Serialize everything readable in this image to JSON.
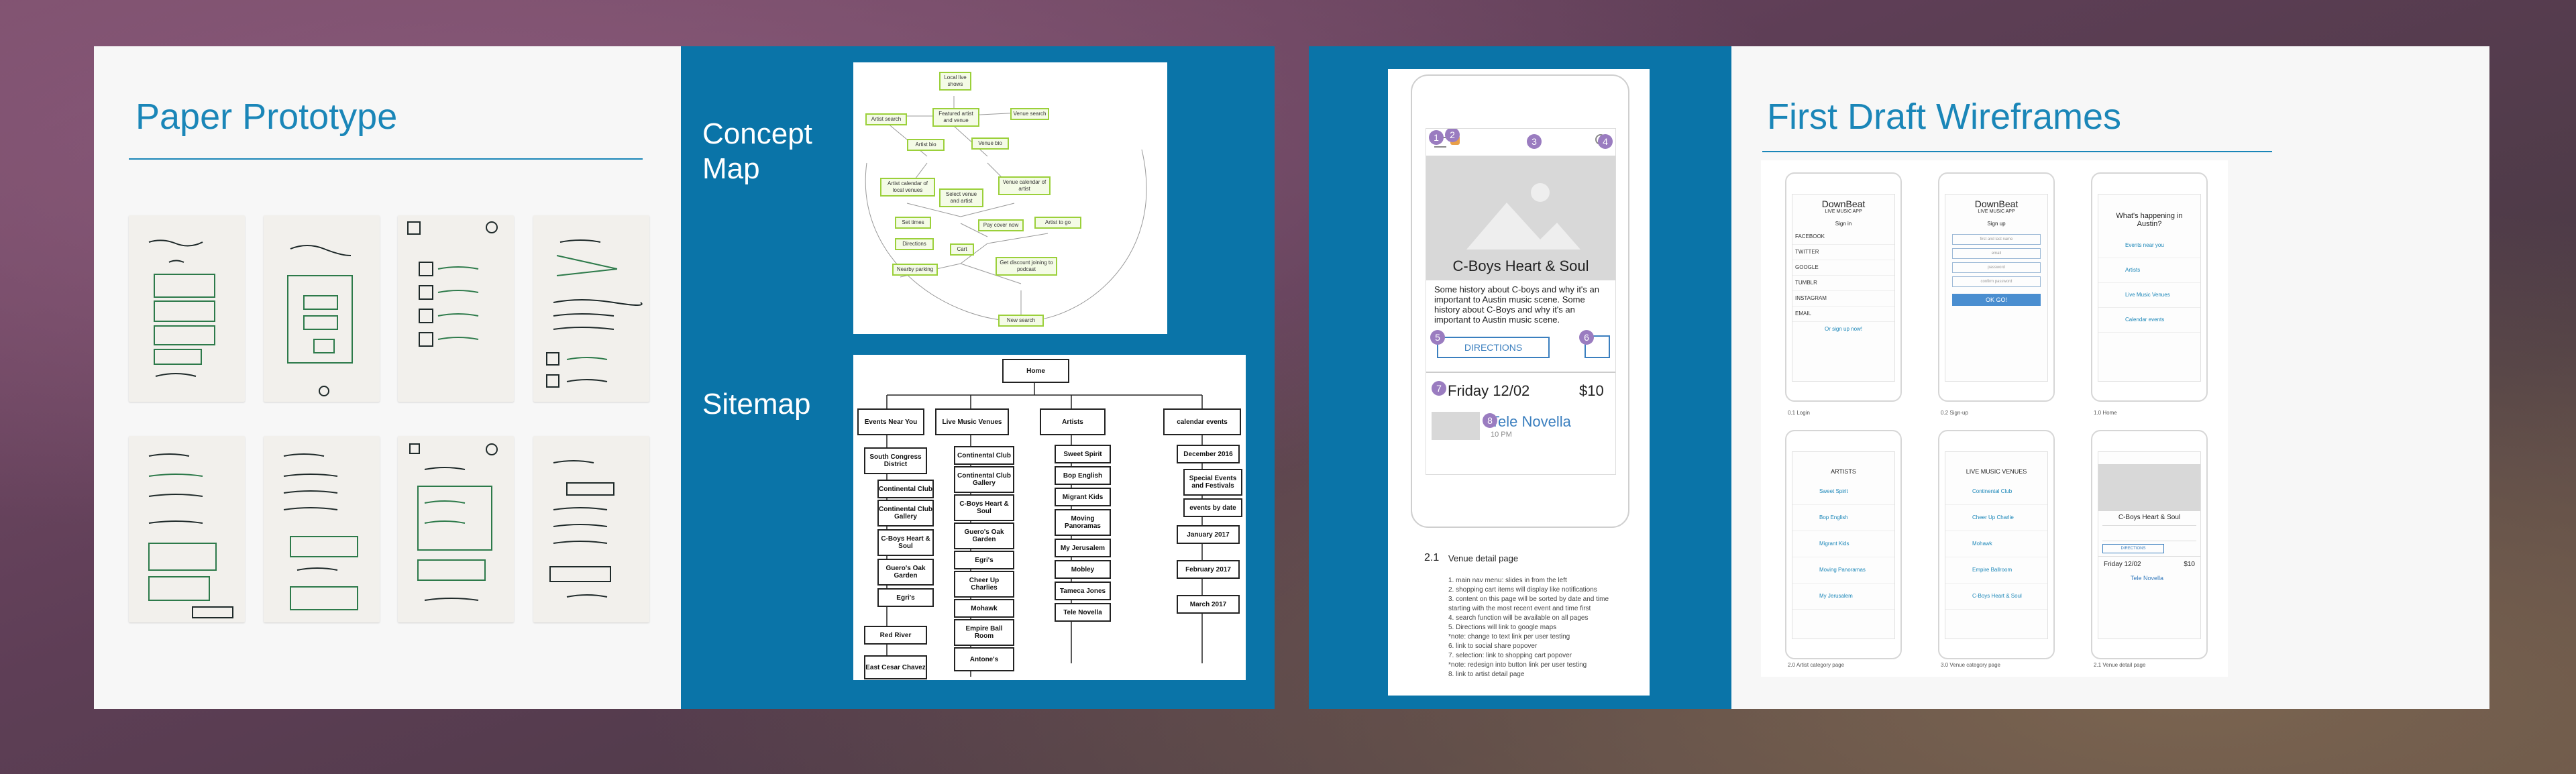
{
  "slides": {
    "paper_prototype": {
      "title": "Paper Prototype"
    },
    "concept_sitemap": {
      "concept_label": "Concept Map",
      "sitemap_label": "Sitemap",
      "concept_nodes": [
        "Local live shows",
        "Featured artist and venue",
        "Venue search",
        "Artist search",
        "Artist bio",
        "Venue bio",
        "Artist calendar of local venues",
        "Select venue and artist",
        "Venue calendar of artist",
        "Set times",
        "Pay cover now",
        "Artist to go",
        "Directions",
        "Get discount joining to podcast",
        "Nearby parking",
        "Cart",
        "New search"
      ],
      "sitemap": {
        "home": "Home",
        "columns": [
          {
            "header": "Events Near You",
            "items": [
              "South Congress District",
              "Continental Club",
              "Continental Club Gallery",
              "C-Boys Heart & Soul",
              "Guero's Oak Garden",
              "Egri's",
              "Red River",
              "East Cesar Chavez"
            ]
          },
          {
            "header": "Live Music Venues",
            "items": [
              "Continental Club",
              "Continental Club Gallery",
              "C-Boys Heart & Soul",
              "Guero's Oak Garden",
              "Egri's",
              "Cheer Up Charlies",
              "Mohawk",
              "Empire Ball Room",
              "Antone's"
            ]
          },
          {
            "header": "Artists",
            "items": [
              "Sweet Spirit",
              "Bop English",
              "Migrant Kids",
              "Moving Panoramas",
              "My Jerusalem",
              "Mobley",
              "Tameca Jones",
              "Tele Novella"
            ]
          },
          {
            "header": "calendar events",
            "items": [
              "December 2016",
              "Special Events and Festivals",
              "events by date",
              "January 2017",
              "February 2017",
              "March 2017"
            ]
          }
        ]
      }
    },
    "venue_detail": {
      "badges": [
        "1",
        "2",
        "3",
        "4",
        "5",
        "6",
        "7",
        "8"
      ],
      "venue_name": "C-Boys Heart & Soul",
      "description": "Some history about C-boys and why it's an important to Austin music scene. Some history about C-Boys and why it's an important to Austin music scene.",
      "directions_label": "DIRECTIONS",
      "event_date": "Friday 12/02",
      "event_price": "$10",
      "artist": "Tele Novella",
      "artist_time": "10 PM",
      "section_number": "2.1",
      "section_title": "Venue detail page",
      "notes": [
        "1. main nav menu: slides in from the left",
        "2. shopping cart items will display like notifications",
        "3. content on this page will be sorted by date and time",
        "   starting with the most recent event and time first",
        "4. search function will be available on all pages",
        "5. Directions will link to google maps",
        "   *note: change to text link per user testing",
        "6. link to social share popover",
        "7. selection: link to shopping cart popover",
        "   *note: redesign into button link per user testing",
        "8. link to artist detail page"
      ]
    },
    "wireframes": {
      "title": "First Draft Wireframes",
      "login": {
        "app_name": "DownBeat",
        "app_sub": "LIVE MUSIC APP",
        "sign_in": "Sign in",
        "providers": [
          "FACEBOOK",
          "TWITTER",
          "GOOGLE",
          "TUMBLR",
          "INSTAGRAM",
          "EMAIL"
        ],
        "signup_link": "Or sign up now!",
        "caption": "0.1 Login"
      },
      "signup": {
        "app_name": "DownBeat",
        "app_sub": "LIVE MUSIC APP",
        "heading": "Sign up",
        "fields": [
          "first and last name",
          "email",
          "password",
          "confirm password"
        ],
        "button": "OK GO!",
        "caption": "0.2 Sign-up"
      },
      "home": {
        "heading": "What's happening in Austin?",
        "items": [
          "Events near you",
          "Artists",
          "Live Music Venues",
          "Calendar events"
        ],
        "caption": "1.0 Home"
      },
      "artists": {
        "heading": "ARTISTS",
        "items": [
          "Sweet Spirit",
          "Bop English",
          "Migrant Kids",
          "Moving Panoramas",
          "My Jerusalem"
        ],
        "caption": "2.0 Artist category page"
      },
      "venues": {
        "heading": "LIVE MUSIC VENUES",
        "items": [
          "Continental Club",
          "Cheer Up Charlie",
          "Mohawk",
          "Empire Ballroom",
          "C-Boys Heart & Soul"
        ],
        "caption": "3.0 Venue category page"
      },
      "venue_detail": {
        "name": "C-Boys Heart & Soul",
        "directions": "DIRECTIONS",
        "date": "Friday 12/02",
        "price": "$10",
        "artist": "Tele Novella",
        "caption": "2.1 Venue detail page"
      }
    }
  }
}
